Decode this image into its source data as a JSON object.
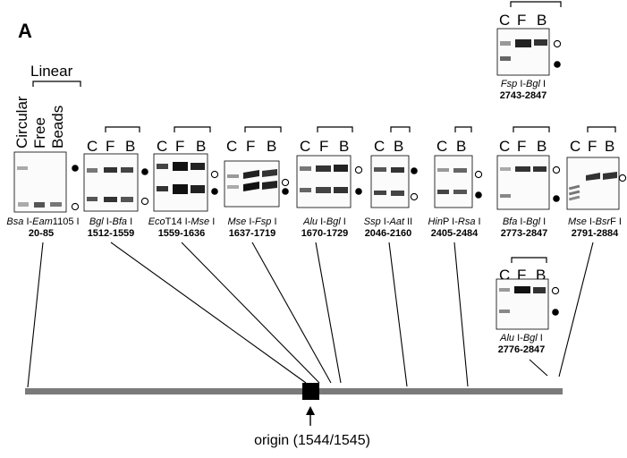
{
  "panel_label": "A",
  "lane_group_label": "Linear",
  "lane_names": {
    "circular": "Circular",
    "free": "Free",
    "beads": "Beads",
    "c": "C",
    "f": "F",
    "b": "B"
  },
  "origin_label": "origin (1544/1545)",
  "blots": [
    {
      "id": "bsa-eam",
      "italic": "Bsa",
      "plain": " I-",
      "italic2": "Eam",
      "plain2": "1105 I",
      "range": "20-85",
      "lanes": [
        "C",
        "F",
        "B"
      ],
      "rotated": true,
      "marks": [
        "filled",
        "open"
      ]
    },
    {
      "id": "bgl-bfa",
      "italic": "Bgl",
      "plain": " I-",
      "italic2": "Bfa",
      "plain2": " I",
      "range": "1512-1559",
      "lanes": [
        "C",
        "F",
        "B"
      ],
      "marks": [
        "filled",
        "open"
      ]
    },
    {
      "id": "eco-mse",
      "italic": "Eco",
      "plain": "T14 I-",
      "italic2": "Mse",
      "plain2": " I",
      "range": "1559-1636",
      "lanes": [
        "C",
        "F",
        "B"
      ],
      "marks": [
        "open",
        "filled"
      ]
    },
    {
      "id": "mse-fsp",
      "italic": "Mse",
      "plain": " I-",
      "italic2": "Fsp",
      "plain2": " I",
      "range": "1637-1719",
      "lanes": [
        "C",
        "F",
        "B"
      ],
      "marks": [
        "open",
        "filled"
      ]
    },
    {
      "id": "alu-bgl",
      "italic": "Alu",
      "plain": " I-",
      "italic2": "Bgl",
      "plain2": " I",
      "range": "1670-1729",
      "lanes": [
        "C",
        "F",
        "B"
      ],
      "marks": [
        "open",
        "filled"
      ]
    },
    {
      "id": "ssp-aat",
      "italic": "Ssp",
      "plain": " I-",
      "italic2": "Aat",
      "plain2": " II",
      "range": "2046-2160",
      "lanes": [
        "C",
        "B"
      ],
      "marks": [
        "filled",
        "open"
      ]
    },
    {
      "id": "hinp-rsa",
      "italic": "Hin",
      "plain": "P I-",
      "italic2": "Rsa",
      "plain2": " I",
      "range": "2405-2484",
      "lanes": [
        "C",
        "B"
      ],
      "marks": [
        "open",
        "filled"
      ]
    },
    {
      "id": "bfa-bgl",
      "italic": "Bfa",
      "plain": " I-",
      "italic2": "Bgl",
      "plain2": " I",
      "range": "2773-2847",
      "lanes": [
        "C",
        "F",
        "B"
      ],
      "marks": [
        "open",
        "filled"
      ]
    },
    {
      "id": "mse-bsrf",
      "italic": "Mse",
      "plain": " I-",
      "italic2": "Bsr",
      "plain2": "F I",
      "range": "2791-2884",
      "lanes": [
        "C",
        "F",
        "B"
      ],
      "marks": [
        "open"
      ]
    },
    {
      "id": "fsp-bgl",
      "italic": "Fsp",
      "plain": " I-",
      "italic2": "Bgl",
      "plain2": " I",
      "range": "2743-2847",
      "lanes": [
        "C",
        "F",
        "B"
      ],
      "marks": [
        "open",
        "filled"
      ]
    },
    {
      "id": "alu-bgl-2",
      "italic": "Alu",
      "plain": " I-",
      "italic2": "Bgl",
      "plain2": " I",
      "range": "2776-2847",
      "lanes": [
        "C",
        "F",
        "B"
      ],
      "marks": [
        "open",
        "filled"
      ]
    }
  ]
}
